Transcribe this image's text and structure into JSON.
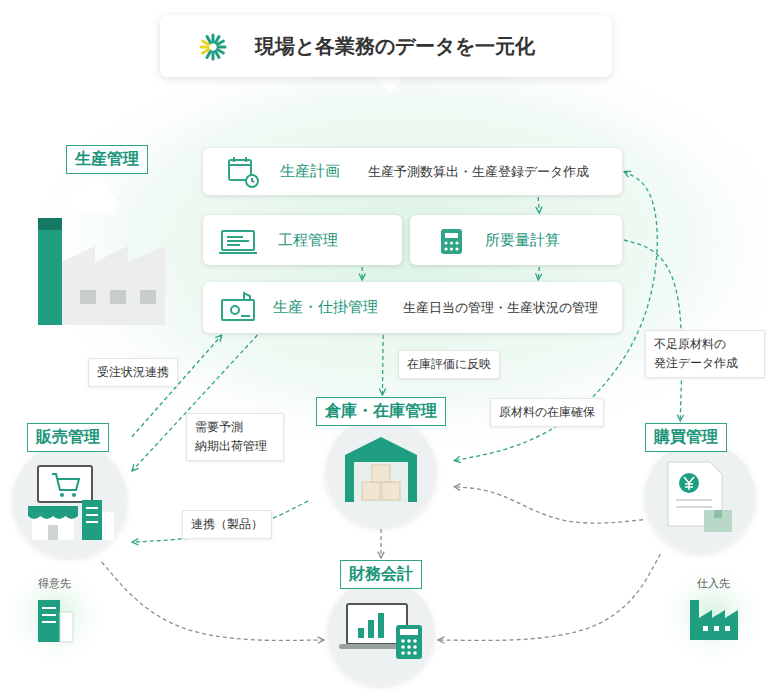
{
  "diagram": {
    "title": "現場と各業務のデータを一元化",
    "nodes": [
      {
        "text": [
          "生産管理"
        ]
      },
      {
        "text": [
          "生産計画",
          "生産予測数算出・生産登録データ作成"
        ]
      },
      {
        "text": [
          "工程管理"
        ]
      },
      {
        "text": [
          "所要量計算"
        ]
      },
      {
        "text": [
          "生産・仕掛管理",
          "生産日当の管理・生産状況の管理"
        ]
      },
      {
        "text": [
          "販売管理"
        ]
      },
      {
        "text": [
          "倉庫・在庫管理"
        ]
      },
      {
        "text": [
          "購買管理"
        ]
      },
      {
        "text": [
          "財務会計"
        ]
      }
    ],
    "edges": [
      {
        "from": 1,
        "to": 3,
        "arrow": "to"
      },
      {
        "from": 2,
        "to": 4,
        "arrow": "to"
      },
      {
        "from": 3,
        "to": 4,
        "arrow": "to"
      },
      {
        "from": 5,
        "to": 4,
        "label": "受注状況連携",
        "arrow": "to"
      },
      {
        "from": 4,
        "to": 5,
        "label": "需要予測 納期出荷管理",
        "arrow": "to"
      },
      {
        "from": 4,
        "to": 6,
        "label": "在庫評価に反映",
        "arrow": "to"
      },
      {
        "from": 3,
        "to": 7,
        "label": "不足原材料の 発注データ作成",
        "arrow": "to"
      },
      {
        "from": 1,
        "to": 6,
        "label": "原材料の在庫確保",
        "arrow": "both"
      },
      {
        "from": 7,
        "to": 6,
        "arrow": "to"
      },
      {
        "from": 6,
        "to": 5,
        "label": "連携（製品）",
        "arrow": "to"
      },
      {
        "from": 6,
        "to": 8,
        "arrow": "to"
      },
      {
        "from": 5,
        "to": 8,
        "arrow": "to"
      },
      {
        "from": 7,
        "to": 8,
        "arrow": "to"
      }
    ],
    "labels": [
      "得意先",
      "仕入先"
    ]
  }
}
